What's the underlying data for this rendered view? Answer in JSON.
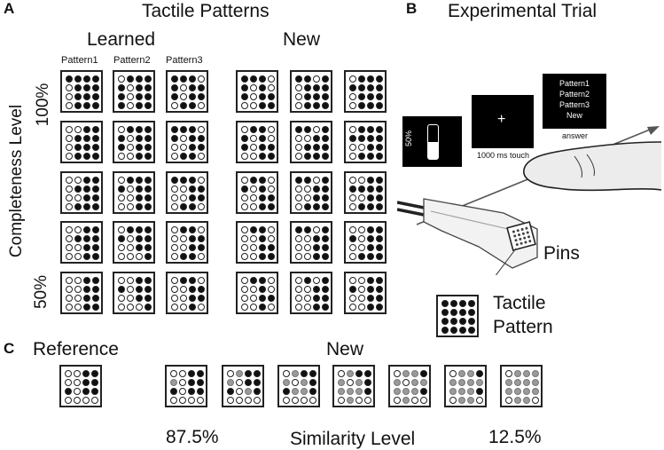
{
  "panel_a": {
    "letter": "A",
    "title": "Tactile Patterns",
    "learned_label": "Learned",
    "new_label": "New",
    "pattern_labels": [
      "Pattern1",
      "Pattern2",
      "Pattern3"
    ],
    "y_axis_label": "Completeness Level",
    "level_top": "100%",
    "level_bottom": "50%",
    "rows": [
      [
        "1111.0111.0111.0111",
        "0111.1011.1011.1011",
        "1110.1011.1011.0110",
        "1110.1010.1011.0011",
        "1101.0111.0111.0111",
        "0111.1111.0111.0111"
      ],
      [
        "0011.0111.0111.0111",
        "0111.1011.1011.0011",
        "1110.1011.0011.0110",
        "0110.1010.1011.0011",
        "1101.0011.0111.0111",
        "0111.1111.0011.0111"
      ],
      [
        "0011.0111.0011.0111",
        "0111.1011.0011.0011",
        "1110.0011.0011.0110",
        "0110.1010.0011.0011",
        "1101.0011.0011.0111",
        "0011.1111.0011.0111"
      ],
      [
        "0011.0111.0011.0011",
        "0111.1011.0011.0001",
        "0110.0011.0011.0110",
        "0110.0010.0011.0011",
        "1101.0011.0011.0011",
        "0011.1011.0011.0111"
      ],
      [
        "0011.0011.0011.0011",
        "0011.1011.0011.0001",
        "0110.0011.0011.0010",
        "0110.0010.0011.0010",
        "0101.0011.0011.0011",
        "0011.1011.0011.0011"
      ]
    ]
  },
  "panel_b": {
    "letter": "B",
    "title": "Experimental Trial",
    "screen1_percent": "50%",
    "screen2_symbol": "+",
    "screen2_caption": "1000 ms touch",
    "screen3_options": [
      "Pattern1",
      "Pattern2",
      "Pattern3",
      "New"
    ],
    "screen3_caption": "answer",
    "pins_label": "Pins",
    "tactile_label_line1": "Tactile",
    "tactile_label_line2": "Pattern"
  },
  "panel_c": {
    "letter": "C",
    "reference_label": "Reference",
    "new_label": "New",
    "similarity_label": "Similarity Level",
    "left_value": "87.5%",
    "right_value": "12.5%",
    "reference_pattern": "0011.0011.1011.0000",
    "new_patterns": [
      "0011.2011.1011.0000",
      "0211.2011.1021.0000",
      "0211.2021.1221.0000",
      "0211.2021.2221.0200",
      "0221.2022.2221.0200",
      "0221.2222.2221.0220",
      "0222.2222.2222.0220"
    ]
  },
  "colors": {
    "filled_pin": "#111111",
    "missing_pin": "#9a9a9a",
    "screen": "#000000"
  }
}
